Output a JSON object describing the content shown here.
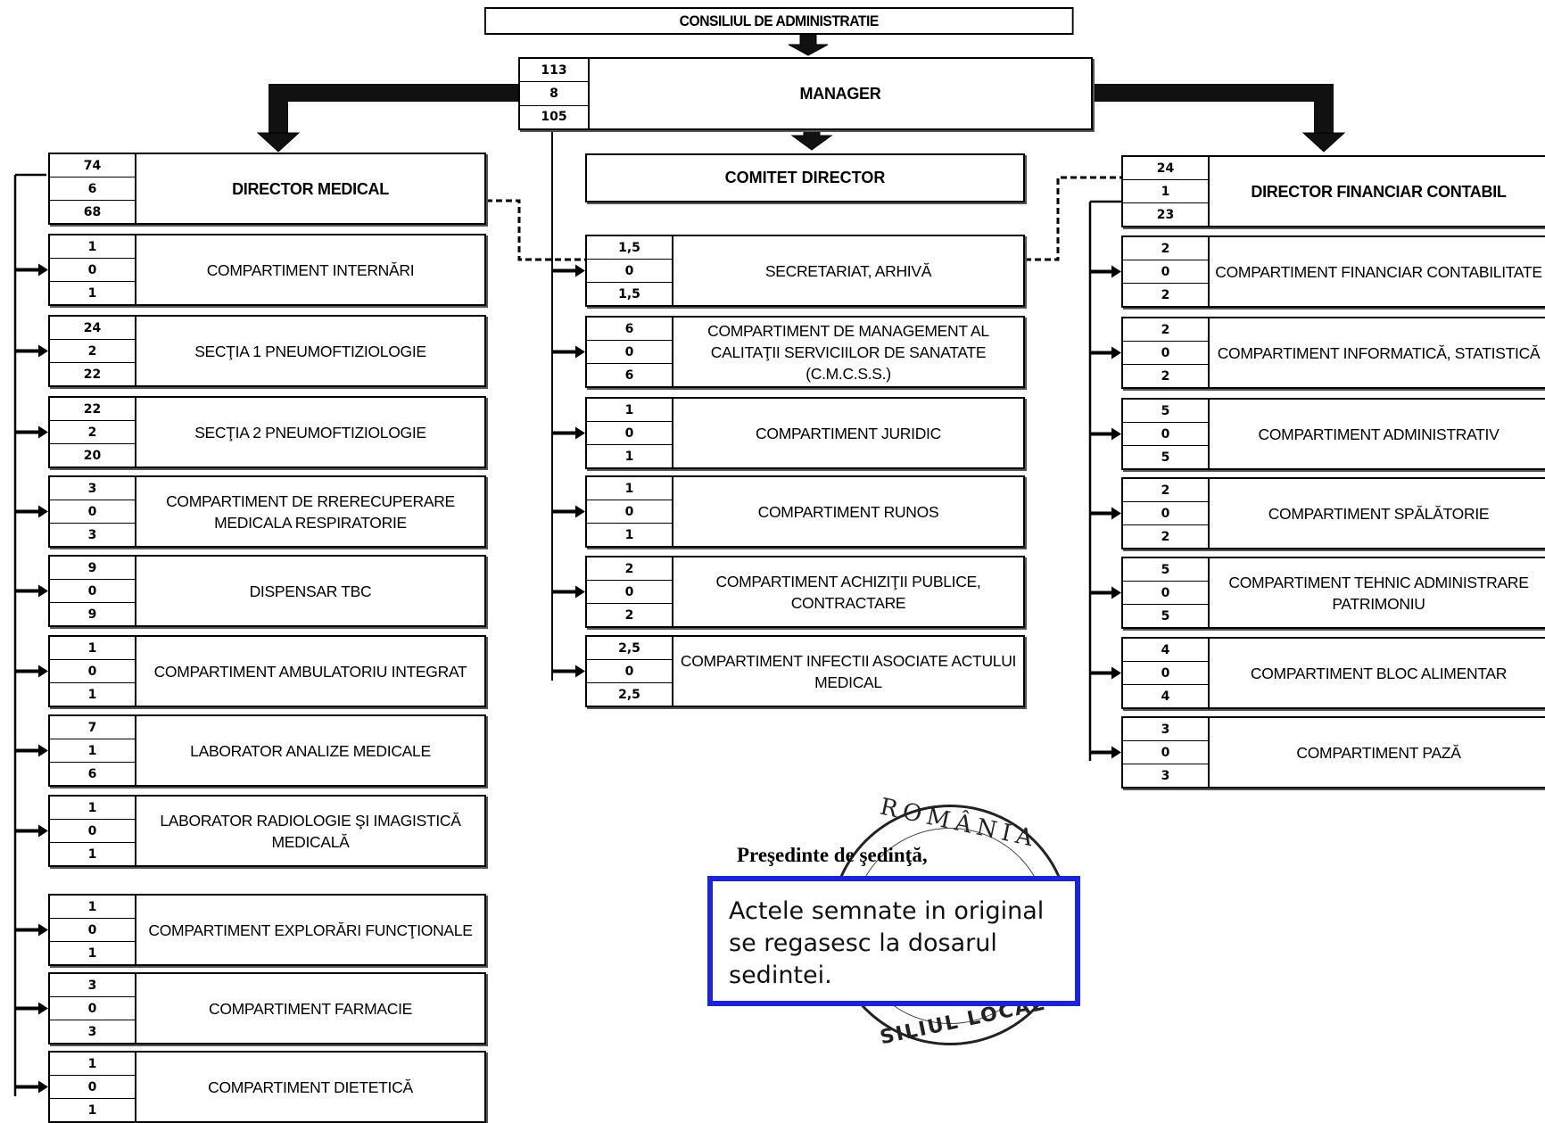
{
  "top": {
    "council": "CONSILIUL DE ADMINISTRATIE",
    "manager": {
      "label": "MANAGER",
      "total": "113",
      "mid": "8",
      "exec": "105"
    },
    "comitet": "COMITET DIRECTOR"
  },
  "medical": {
    "head": {
      "label": "DIRECTOR MEDICAL",
      "n": [
        "74",
        "6",
        "68"
      ]
    },
    "units": [
      {
        "label": "COMPARTIMENT INTERNĂRI",
        "n": [
          "1",
          "0",
          "1"
        ]
      },
      {
        "label": "SECŢIA 1 PNEUMOFTIZIOLOGIE",
        "n": [
          "24",
          "2",
          "22"
        ]
      },
      {
        "label": "SECŢIA 2 PNEUMOFTIZIOLOGIE",
        "n": [
          "22",
          "2",
          "20"
        ]
      },
      {
        "label": "COMPARTIMENT DE RRERECUPERARE MEDICALA RESPIRATORIE",
        "n": [
          "3",
          "0",
          "3"
        ]
      },
      {
        "label": "DISPENSAR TBC",
        "n": [
          "9",
          "0",
          "9"
        ]
      },
      {
        "label": "COMPARTIMENT AMBULATORIU INTEGRAT",
        "n": [
          "1",
          "0",
          "1"
        ]
      },
      {
        "label": "LABORATOR ANALIZE MEDICALE",
        "n": [
          "7",
          "1",
          "6"
        ]
      },
      {
        "label": "LABORATOR RADIOLOGIE ŞI IMAGISTICĂ MEDICALĂ",
        "n": [
          "1",
          "0",
          "1"
        ]
      },
      {
        "label": "COMPARTIMENT EXPLORĂRI FUNCŢIONALE",
        "n": [
          "1",
          "0",
          "1"
        ]
      },
      {
        "label": "COMPARTIMENT FARMACIE",
        "n": [
          "3",
          "0",
          "3"
        ]
      },
      {
        "label": "COMPARTIMENT DIETETICĂ",
        "n": [
          "1",
          "0",
          "1"
        ]
      }
    ]
  },
  "center": {
    "units": [
      {
        "label": "SECRETARIAT, ARHIVĂ",
        "n": [
          "1,5",
          "0",
          "1,5"
        ]
      },
      {
        "label": "COMPARTIMENT DE MANAGEMENT AL CALITAŢII SERVICIILOR DE SANATATE (C.M.C.S.S.)",
        "n": [
          "6",
          "0",
          "6"
        ]
      },
      {
        "label": "COMPARTIMENT JURIDIC",
        "n": [
          "1",
          "0",
          "1"
        ]
      },
      {
        "label": "COMPARTIMENT RUNOS",
        "n": [
          "1",
          "0",
          "1"
        ]
      },
      {
        "label": "COMPARTIMENT ACHIZIŢII PUBLICE, CONTRACTARE",
        "n": [
          "2",
          "0",
          "2"
        ]
      },
      {
        "label": "COMPARTIMENT INFECTII ASOCIATE ACTULUI MEDICAL",
        "n": [
          "2,5",
          "0",
          "2,5"
        ]
      }
    ]
  },
  "financial": {
    "head": {
      "label": "DIRECTOR FINANCIAR CONTABIL",
      "n": [
        "24",
        "1",
        "23"
      ]
    },
    "units": [
      {
        "label": "COMPARTIMENT FINANCIAR CONTABILITATE",
        "n": [
          "2",
          "0",
          "2"
        ]
      },
      {
        "label": "COMPARTIMENT INFORMATICĂ, STATISTICĂ",
        "n": [
          "2",
          "0",
          "2"
        ]
      },
      {
        "label": "COMPARTIMENT ADMINISTRATIV",
        "n": [
          "5",
          "0",
          "5"
        ]
      },
      {
        "label": "COMPARTIMENT SPĂLĂTORIE",
        "n": [
          "2",
          "0",
          "2"
        ]
      },
      {
        "label": "COMPARTIMENT TEHNIC ADMINISTRARE PATRIMONIU",
        "n": [
          "5",
          "0",
          "5"
        ]
      },
      {
        "label": "COMPARTIMENT BLOC ALIMENTAR",
        "n": [
          "4",
          "0",
          "4"
        ]
      },
      {
        "label": "COMPARTIMENT PAZĂ",
        "n": [
          "3",
          "0",
          "3"
        ]
      }
    ]
  },
  "signature": {
    "president": "Preşedinte de şedinţă,",
    "notice": "Actele semnate in original se regasesc la dosarul sedintei.",
    "stamp_top": "ROMÂNIA",
    "stamp_bottom": "SILIUL LOCAL"
  }
}
